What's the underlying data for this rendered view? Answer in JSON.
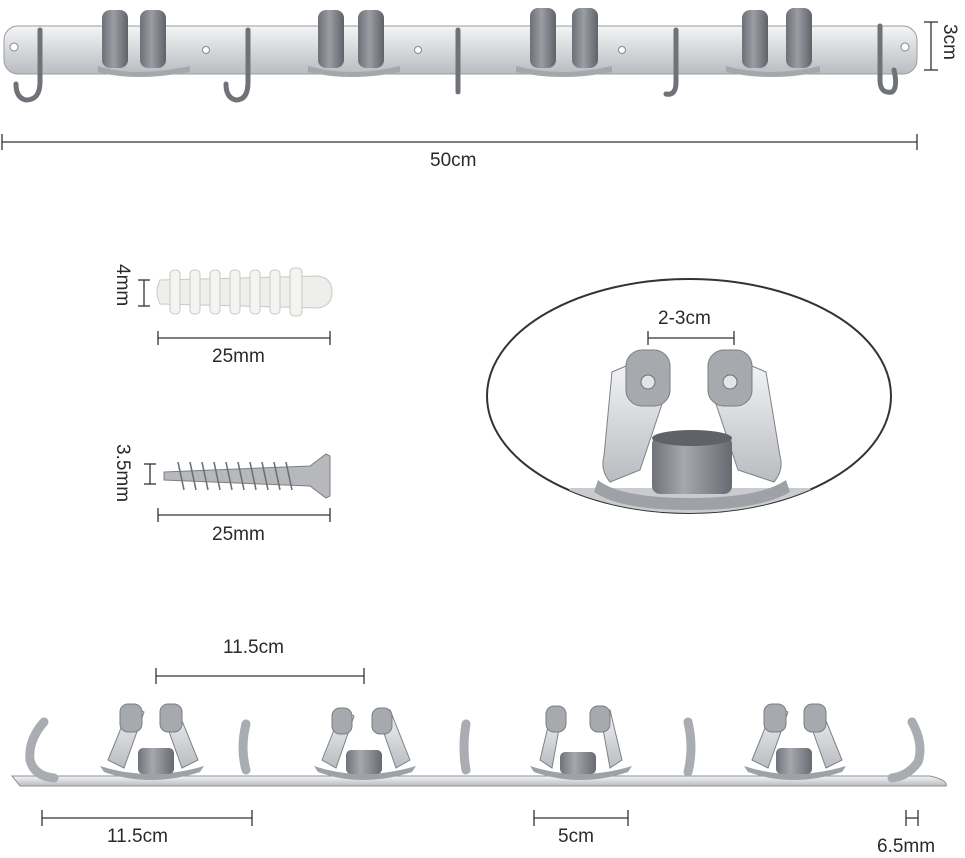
{
  "dimensions": {
    "rail_length": "50cm",
    "rail_height": "3cm",
    "anchor_length": "25mm",
    "anchor_diameter": "4mm",
    "screw_length": "25mm",
    "screw_diameter": "3.5mm",
    "grip_range": "2-3cm",
    "clip_spacing": "11.5cm",
    "end_offset": "11.5cm",
    "hook_gap": "5cm",
    "rail_thickness": "6.5mm"
  },
  "colors": {
    "steel_light": "#e2e3e5",
    "steel_dark": "#8d9094",
    "roller_grey": "#7a7e84",
    "anchor_white": "#eeeeec",
    "line": "#333333"
  }
}
